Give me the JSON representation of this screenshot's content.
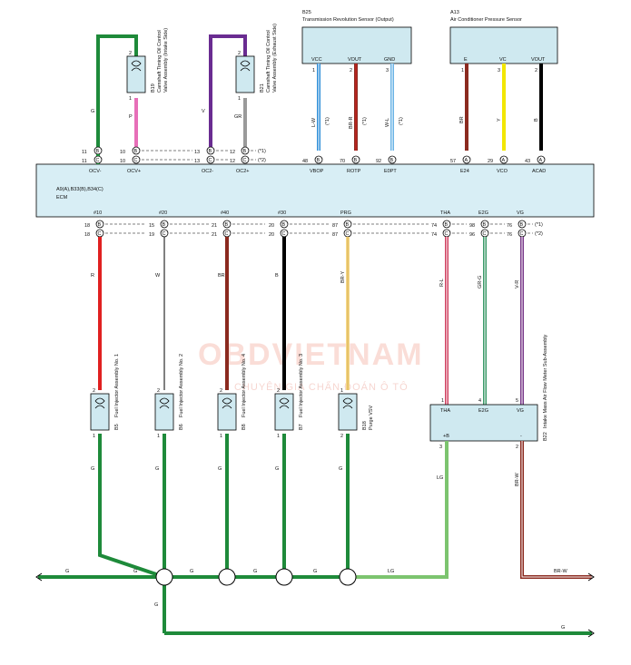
{
  "colors": {
    "G": "#1e8a3a",
    "P": "#e76fb8",
    "V": "#6a2c91",
    "GR": "#9a9a9a",
    "LW": "#2f8fd8",
    "BRR": "#8b2a1f",
    "WL": "#6ab3e6",
    "BR": "#8b2a1f",
    "Y": "#f2e600",
    "B": "#000000",
    "R": "#e02020",
    "BRY": "#f5d98a",
    "LG": "#7cc46f",
    "RL": "#d04060",
    "GRG": "#3c9a6a",
    "VR": "#7a3a8a",
    "BRW": "#8b2a1f",
    "box_fill": "#cfe9f0",
    "ecm_fill": "#d8eef5"
  },
  "ecm": {
    "line1": "A9(A),B33(B),B34(C)",
    "line2": "ECM"
  },
  "sensors": {
    "b25": {
      "id": "B25",
      "title": "Transmission Revolution Sensor (Output)",
      "pins": [
        "VCC",
        "VOUT",
        "GND"
      ],
      "nums": [
        "1",
        "2",
        "3"
      ]
    },
    "a13": {
      "id": "A13",
      "title": "Air Conditioner Pressure Sensor",
      "pins": [
        "E",
        "VC",
        "VOUT"
      ],
      "nums": [
        "1",
        "3",
        "2"
      ]
    }
  },
  "cam": {
    "b19": {
      "id": "B19",
      "desc1": "Camshaft Timing Oil Control",
      "desc2": "Valve Assembly (Intake Side)"
    },
    "b21": {
      "id": "B21",
      "desc1": "Camshaft Timing Oil Control",
      "desc2": "Valve Assembly (Exhaust Side)"
    }
  },
  "top_ecm_pins": [
    {
      "name": "OCV-",
      "n1": "11",
      "n2": "11",
      "c": "B",
      "c2": "C"
    },
    {
      "name": "OCV+",
      "n1": "10",
      "n2": "10",
      "c": "B",
      "c2": "C"
    },
    {
      "name": "OC2-",
      "n1": "13",
      "n2": "13",
      "c": "B",
      "c2": "C"
    },
    {
      "name": "OC2+",
      "n1": "12",
      "n2": "12",
      "c": "B",
      "c2": "C"
    },
    {
      "name": "VBOP",
      "n1": "48",
      "c": "B"
    },
    {
      "name": "ROTP",
      "n1": "70",
      "c": "B"
    },
    {
      "name": "E0PT",
      "n1": "92",
      "c": "B"
    },
    {
      "name": "E24",
      "n1": "57",
      "c": "A"
    },
    {
      "name": "VCO",
      "n1": "29",
      "c": "A"
    },
    {
      "name": "ACAD",
      "n1": "43",
      "c": "A"
    }
  ],
  "bottom_ecm_pins": [
    {
      "name": "#10",
      "n1": "18",
      "n2": "18",
      "c": "B",
      "c2": "C"
    },
    {
      "name": "#20",
      "n1": "15",
      "n2": "19",
      "c": "B",
      "c2": "C"
    },
    {
      "name": "#40",
      "n1": "21",
      "n2": "21",
      "c": "B",
      "c2": "C"
    },
    {
      "name": "#30",
      "n1": "20",
      "n2": "20",
      "c": "B",
      "c2": "C"
    },
    {
      "name": "PRG",
      "n1": "87",
      "n2": "87",
      "c": "B",
      "c2": "C"
    },
    {
      "name": "THA",
      "n1": "74",
      "n2": "74",
      "c": "B",
      "c2": "C"
    },
    {
      "name": "E2G",
      "n1": "98",
      "n2": "96",
      "c": "B",
      "c2": "C"
    },
    {
      "name": "VG",
      "n1": "76",
      "n2": "76",
      "c": "B",
      "c2": "C"
    }
  ],
  "variants": {
    "v1": "(*1)",
    "v2": "(*2)"
  },
  "wire_labels": {
    "G": "G",
    "P": "P",
    "V": "V",
    "GR": "GR",
    "LW": "L-W",
    "BRR": "BR-R",
    "WL": "W-L",
    "BR": "BR",
    "Y": "Y",
    "B": "B",
    "R": "R",
    "W": "W",
    "BRY": "BR-Y",
    "LG": "LG",
    "RL": "R-L",
    "GRG": "GR-G",
    "VR": "V-R",
    "BRW": "BR-W",
    "star": "(*1)"
  },
  "injectors": [
    {
      "id": "B5",
      "desc": "Fuel Injector Assembly No. 1"
    },
    {
      "id": "B6",
      "desc": "Fuel Injector Assembly No. 2"
    },
    {
      "id": "B8",
      "desc": "Fuel Injector Assembly No. 4"
    },
    {
      "id": "B7",
      "desc": "Fuel Injector Assembly No. 3"
    },
    {
      "id": "B18",
      "desc1": "Purge VSV"
    }
  ],
  "maf": {
    "id": "B22",
    "desc": "Intake Mass Air Flow Meter Sub-Assembly",
    "pins": [
      "THA",
      "E2G",
      "VG"
    ],
    "nums": [
      "1",
      "4",
      "5"
    ],
    "pwr": "+B",
    "gnd": "-",
    "pnum_pwr": "3",
    "pnum_gnd": "2"
  },
  "watermark": {
    "brand": "OBDVIETNAM",
    "tagline": "CHUYÊN GIA CHẨN ĐOÁN Ô TÔ"
  }
}
